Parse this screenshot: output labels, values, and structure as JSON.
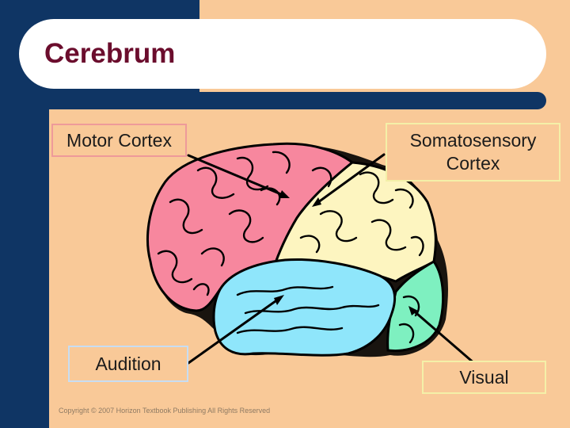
{
  "slide": {
    "title": "Cerebrum",
    "copyright": "Copyright © 2007 Horizon Textbook Publishing All Rights Reserved"
  },
  "labels": {
    "motor": "Motor Cortex",
    "somatosensory": "Somatosensory Cortex",
    "audition": "Audition",
    "visual": "Visual"
  },
  "colors": {
    "background": "#f9c998",
    "navy": "#0f3564",
    "title": "#6b0d2d",
    "motor_lobe": "#f7879e",
    "somatosensory_lobe": "#fdf5c0",
    "auditory_lobe": "#8fe6fb",
    "visual_lobe": "#7ef0c0"
  }
}
